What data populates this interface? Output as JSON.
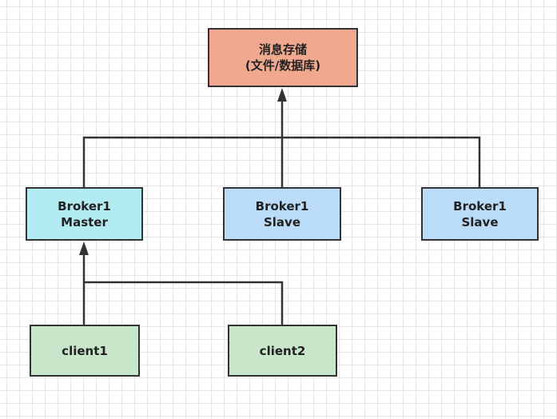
{
  "storage": {
    "line1": "消息存储",
    "line2": "(文件/数据库)",
    "color": "#f0a98f"
  },
  "brokers": [
    {
      "line1": "Broker1",
      "line2": "Master",
      "color": "#b3ebf2"
    },
    {
      "line1": "Broker1",
      "line2": "Slave",
      "color": "#bbdcf8"
    },
    {
      "line1": "Broker1",
      "line2": "Slave",
      "color": "#bbdcf8"
    }
  ],
  "clients": [
    {
      "label": "client1",
      "color": "#c8e6c9"
    },
    {
      "label": "client2",
      "color": "#c8e6c9"
    }
  ],
  "edges": [
    {
      "from": "broker-master",
      "to": "storage"
    },
    {
      "from": "broker-slave-1",
      "to": "storage"
    },
    {
      "from": "broker-slave-2",
      "to": "storage"
    },
    {
      "from": "client1",
      "to": "broker-master"
    },
    {
      "from": "client2",
      "to": "broker-master"
    }
  ]
}
